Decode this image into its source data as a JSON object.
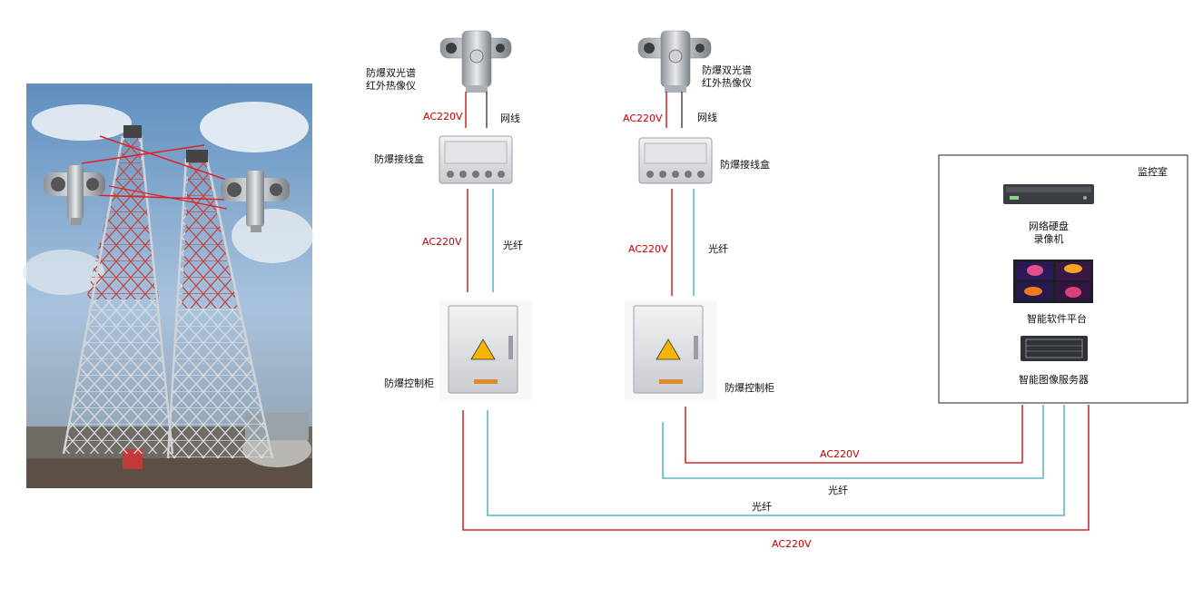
{
  "colors": {
    "power": "#c00000",
    "fiber": "#3aa6b9",
    "network": "#333333",
    "sky": "#6e9cc6",
    "tower_red": "#b22222",
    "tower_white": "#e6e6e6",
    "box_body": "#e9eaec"
  },
  "icons": {
    "camera": "dual-spectrum-camera-icon",
    "junction_box": "junction-box-icon",
    "control_cabinet": "control-cabinet-icon",
    "nvr": "nvr-icon",
    "monitor": "thermal-monitor-icon",
    "server": "rack-server-icon",
    "warning": "warning-triangle-icon"
  },
  "camera_label_1": "防爆双光谱",
  "camera_label_2": "红外热像仪",
  "line_power": "AC220V",
  "line_network": "网线",
  "line_fiber": "光纤",
  "junction_box": "防爆接线盒",
  "control_cabinet": "防爆控制柜",
  "monitoring_room": {
    "title": "监控室",
    "nvr_1": "网络硬盘",
    "nvr_2": "录像机",
    "platform": "智能软件平台",
    "server": "智能图像服务器"
  }
}
